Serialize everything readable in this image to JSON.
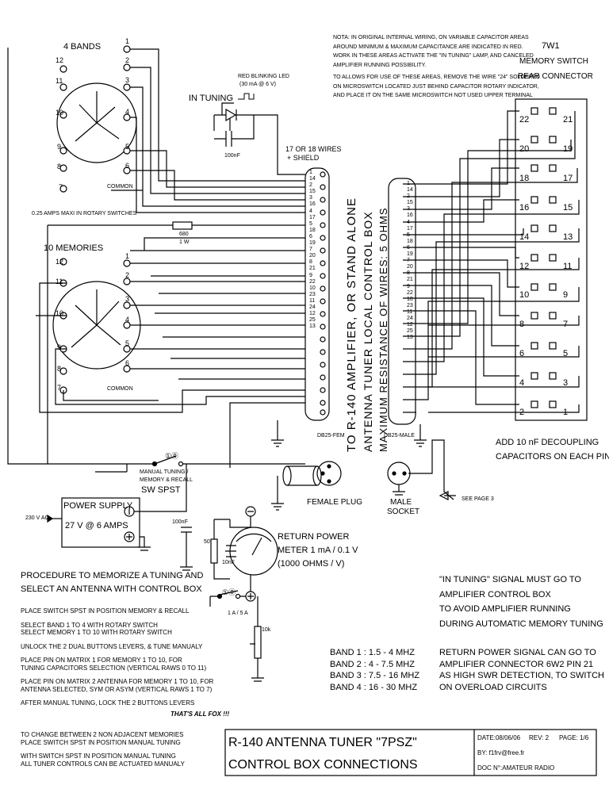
{
  "header_note": [
    "NOTA: IN ORIGINAL INTERNAL WIRING, ON VARIABLE CAPACITOR AREAS",
    "AROUND MINIMUM & MAXIMUM CAPACITANCE ARE INDICATED IN RED.",
    "WORK IN THESE AREAS ACTIVATE THE \"IN TUNING\" LAMP, AND CANCELED",
    "AMPLIFIER RUNNING POSSIBILITY.",
    "TO ALLOWS FOR USE OF THESE AREAS, REMOVE THE WIRE \"24\" SOLDERED",
    "ON MICROSWITCH LOCATED JUST BEHIND CAPACITOR ROTARY INDICATOR,",
    "AND PLACE IT ON THE SAME MICROSWITCH NOT USED UPPER TERMINAL"
  ],
  "switch_7w1": {
    "id": "7W1",
    "line1": "MEMORY SWITCH",
    "line2": "REAR CONNECTOR"
  },
  "switch_pins_left": [
    "22",
    "20",
    "18",
    "16",
    "14",
    "12",
    "10",
    "8",
    "6",
    "4",
    "2"
  ],
  "switch_pins_right": [
    "21",
    "19",
    "17",
    "15",
    "13",
    "11",
    "9",
    "7",
    "5",
    "3",
    "1"
  ],
  "bands_switch": {
    "label": "4 BANDS",
    "common": "COMMON",
    "pins_left": [
      "12",
      "11",
      "10",
      "9",
      "8",
      "7"
    ],
    "pins_right": [
      "1",
      "2",
      "3",
      "4",
      "5",
      "6"
    ]
  },
  "memories_switch": {
    "label": "10 MEMORIES",
    "common": "COMMON",
    "pins_left": [
      "12",
      "11",
      "10",
      "9",
      "8",
      "7"
    ],
    "pins_right": [
      "1",
      "2",
      "3",
      "4",
      "5",
      "6"
    ]
  },
  "rotary_note": "0.25 AMPS MAXI IN ROTARY SWITCHES",
  "in_tuning": {
    "label": "IN TUNING",
    "led_line1": "RED BLINKING LED",
    "led_line2": "(30 mA @ 6 V)",
    "cap": "100nF"
  },
  "resistor": {
    "value": "680",
    "power": "1 W"
  },
  "wires_label": {
    "line1": "17 OR 18 WIRES",
    "line2": "+ SHIELD"
  },
  "db25_fem_pins": [
    "1",
    "14",
    "2",
    "15",
    "3",
    "16",
    "4",
    "17",
    "5",
    "18",
    "6",
    "19",
    "7",
    "20",
    "8",
    "21",
    "9",
    "22",
    "10",
    "23",
    "11",
    "24",
    "12",
    "25",
    "13"
  ],
  "db25_male_pins": [
    "1",
    "14",
    "2",
    "15",
    "3",
    "16",
    "4",
    "17",
    "5",
    "18",
    "6",
    "19",
    "7",
    "20",
    "8",
    "21",
    "9",
    "22",
    "10",
    "23",
    "11",
    "24",
    "12",
    "25",
    "13"
  ],
  "db25_fem_label": "DB25-FEM",
  "db25_male_label": "DB25-MALE",
  "vertical_title": [
    "TO R-140 AMPLIFIER, OR STAND ALONE",
    "ANTENNA TUNER LOCAL CONTROL BOX",
    "MAXIMUM RESISTANCE OF WIRES: 5 OHMS"
  ],
  "decoupling": {
    "line1": "ADD 10 nF DECOUPLING",
    "line2": "CAPACITORS ON EACH PIN"
  },
  "manual_switch": {
    "line1": "MANUAL TUNING /",
    "line2": "MEMORY & RECALL",
    "name": "SW SPST"
  },
  "female_plug": "FEMALE PLUG",
  "male_socket": {
    "line1": "MALE",
    "line2": "SOCKET"
  },
  "see_page": "SEE PAGE 3",
  "power_supply": {
    "title": "POWER SUPPLY",
    "rating": "27 V @ 6 AMPS",
    "ac": "230 V AC",
    "cap": "100nF"
  },
  "return_meter": {
    "line1": "RETURN POWER",
    "line2": "METER 1 mA / 0.1 V",
    "line3": "(1000 OHMS / V)",
    "pot": "50",
    "cap": "10nF",
    "fuse": "1 A / 5 A",
    "pot2": "10k"
  },
  "procedure": {
    "title1": "PROCEDURE TO MEMORIZE A TUNING AND",
    "title2": "SELECT AN ANTENNA WITH CONTROL BOX",
    "steps": [
      "PLACE SWITCH SPST IN POSITION MEMORY & RECALL",
      "SELECT BAND 1 TO 4 WITH ROTARY SWITCH",
      "SELECT MEMORY 1 TO 10 WITH ROTARY SWITCH",
      "UNLOCK THE 2 DUAL BUTTONS LEVERS, & TUNE MANUALY",
      "PLACE PIN ON MATRIX 1 FOR MEMORY 1 TO 10, FOR",
      "TUNING CAPACITORS SELECTION (VERTICAL RAWS 0 TO 11)",
      "PLACE PIN ON MATRIX 2  ANTENNA FOR MEMORY 1 TO 10, FOR",
      "ANTENNA  SELECTED, SYM OR ASYM (VERTICAL RAWS 1 TO 7)",
      "AFTER MANUAL TUNING, LOCK THE 2 BUTTONS LEVERS"
    ],
    "thats_all": "THAT'S ALL FOX !!!",
    "extra": [
      "TO CHANGE BETWEEN 2 NON ADJACENT MEMORIES",
      "PLACE SWITCH SPST IN POSITION MANUAL TUNING",
      "WITH SWITCH SPST IN POSITION MANUAL TUNING",
      "ALL TUNER CONTROLS CAN BE ACTUATED MANUALY"
    ]
  },
  "bands": [
    "BAND 1 : 1.5 - 4 MHZ",
    "BAND 2 : 4 - 7.5 MHZ",
    "BAND 3 : 7.5 - 16 MHZ",
    "BAND 4 : 16 - 30 MHZ"
  ],
  "in_tuning_note": [
    "\"IN TUNING\" SIGNAL MUST GO TO",
    "AMPLIFIER CONTROL BOX",
    "TO AVOID AMPLIFIER RUNNING",
    "DURING AUTOMATIC MEMORY TUNING"
  ],
  "return_note": [
    "RETURN POWER SIGNAL CAN GO TO",
    "AMPLIFIER CONNECTOR 6W2 PIN 21",
    "AS HIGH SWR DETECTION, TO SWITCH",
    "ON OVERLOAD CIRCUITS"
  ],
  "title_block": {
    "title1": "R-140 ANTENNA TUNER \"7PSZ\"",
    "title2": "CONTROL BOX CONNECTIONS",
    "date": "DATE:08/06/06",
    "rev": "REV: 2",
    "page": "PAGE: 1/6",
    "by": "BY: f1frv@free.fr",
    "doc": "DOC N°:AMATEUR RADIO"
  }
}
